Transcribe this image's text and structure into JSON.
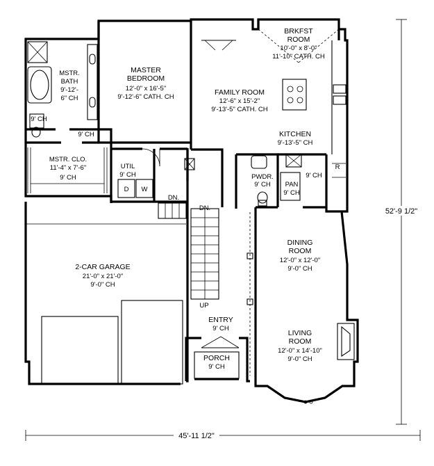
{
  "rooms": {
    "brkfst": {
      "name1": "BRKFST",
      "name2": "ROOM",
      "dims": "10'-0\" x 8'-0\"",
      "ceiling": "11'-10\" CATH. CH"
    },
    "master_bedroom": {
      "name1": "MASTER",
      "name2": "BEDROOM",
      "dims": "12'-0\" x 16'-5\"",
      "ceiling": "9'-12'-6\" CATH. CH"
    },
    "mstr_bath": {
      "name1": "MSTR.",
      "name2": "BATH",
      "ceiling1": "9'-12'-",
      "ceiling2": "6\" CH"
    },
    "family_room": {
      "name": "FAMILY ROOM",
      "dims": "12'-6\" x 15'-2\"",
      "ceiling": "9'-13'-5\" CATH. CH"
    },
    "kitchen": {
      "name": "KITCHEN",
      "ceiling": "9'-13'-5\" CH"
    },
    "bath_closet_ch": "9' CH",
    "hall_ch": "9' CH",
    "mstr_clo": {
      "name": "MSTR. CLO.",
      "dims": "11'-4\" x 7'-6\"",
      "ceiling": "9' CH"
    },
    "util": {
      "name": "UTIL",
      "ceiling": "9' CH",
      "dryer": "D",
      "washer": "W"
    },
    "pwdr": {
      "name": "PWDR.",
      "ceiling": "9' CH"
    },
    "pan": {
      "name": "PAN",
      "ceiling": "9' CH"
    },
    "kitchen_side_ch": "9' CH",
    "refrigerator": "R",
    "stair_dn_small": "DN.",
    "stair_dn_main": "DN.",
    "stair_up": "UP",
    "garage": {
      "name": "2-CAR GARAGE",
      "dims": "21'-0\" x 21'-0\"",
      "ceiling": "9'-0\" CH"
    },
    "dining": {
      "name1": "DINING",
      "name2": "ROOM",
      "dims": "12'-0\" x 12'-0\"",
      "ceiling": "9'-0\" CH"
    },
    "entry": {
      "name": "ENTRY",
      "ceiling": "9' CH"
    },
    "living": {
      "name1": "LIVING",
      "name2": "ROOM",
      "dims": "12'-0\" x 14'-10\"",
      "ceiling": "9'-0\" CH"
    },
    "porch": {
      "name": "PORCH",
      "ceiling": "9' CH"
    }
  },
  "dimensions": {
    "overall_width": "45'-11 1/2\"",
    "overall_depth": "52'-9 1/2\""
  }
}
